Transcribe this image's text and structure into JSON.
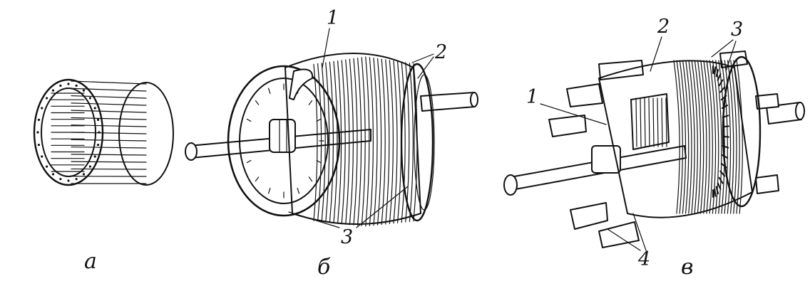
{
  "figures": [
    {
      "id": "a",
      "caption": "а",
      "labels": []
    },
    {
      "id": "b",
      "caption": "б",
      "labels": [
        "1",
        "2",
        "3"
      ]
    },
    {
      "id": "v",
      "caption": "в",
      "labels": [
        "2",
        "3",
        "1",
        "4"
      ]
    }
  ]
}
